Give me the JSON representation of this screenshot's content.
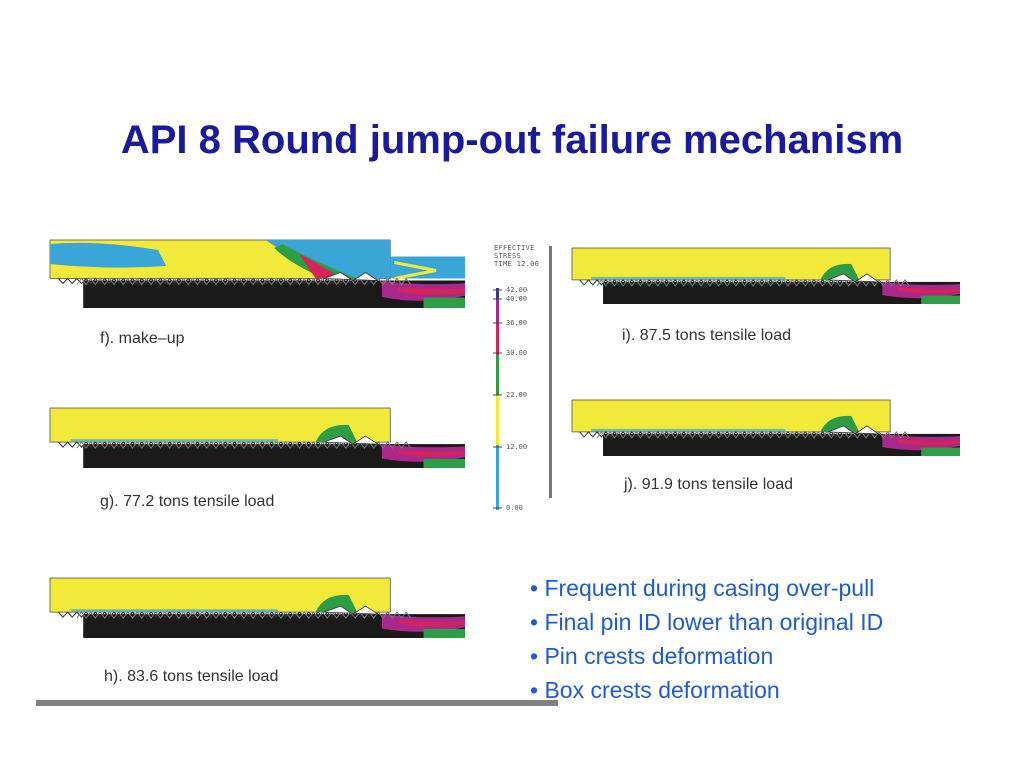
{
  "title": "API 8 Round jump-out failure mechanism",
  "figure": {
    "panels": [
      {
        "id": "f",
        "caption": "f). make–up"
      },
      {
        "id": "g",
        "caption": "g). 77.2 tons tensile load"
      },
      {
        "id": "h",
        "caption": "h). 83.6 tons tensile load"
      },
      {
        "id": "i",
        "caption": "i). 87.5  tons tensile load"
      },
      {
        "id": "j",
        "caption": "j). 91.9  tons tensile load"
      }
    ],
    "legend": {
      "header": [
        "EFFECTIVE",
        "STRESS",
        "TIME 12.00"
      ],
      "ticks": [
        "42.00",
        "40.00",
        "36.00",
        "30.00",
        "22.00",
        "12.00",
        "0.00"
      ]
    }
  },
  "bullets": [
    "• Frequent during casing over-pull",
    "• Final pin ID lower than original ID",
    "• Pin crests deformation",
    "• Box crests deformation"
  ],
  "colors": {
    "title": "#1a1a9c",
    "bullets": "#1e5ad6",
    "yellow": "#f2ea3a",
    "cyan": "#3aa6d8",
    "green": "#2e9e46",
    "red": "#d6245a",
    "magenta": "#a8288c",
    "black": "#1a1a1a"
  }
}
